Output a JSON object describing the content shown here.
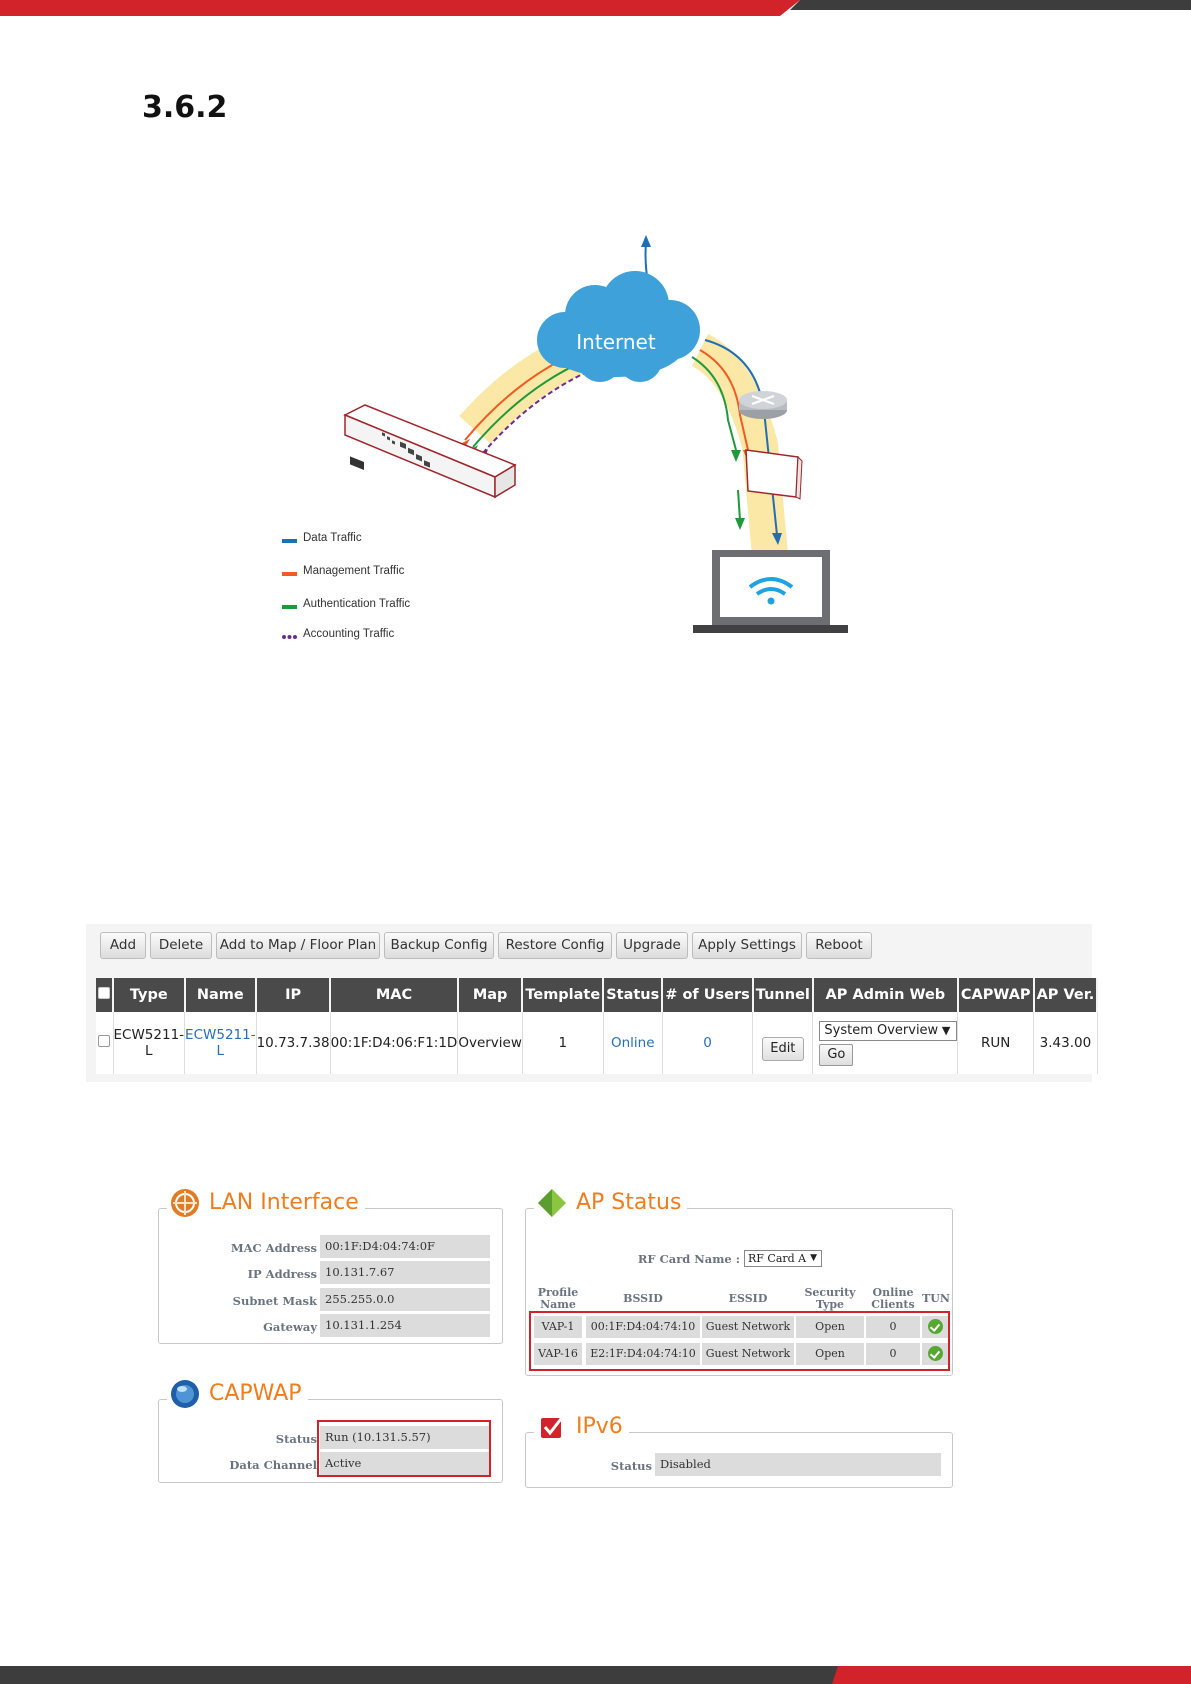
{
  "page": {
    "section_number": "3.6.2",
    "colors": {
      "brand_red": "#d2232a",
      "band_dark": "#3d3d3d"
    }
  },
  "diagram": {
    "cloud_label": "Internet",
    "legend": [
      {
        "label": "Data Traffic",
        "color": "#1f6fb4"
      },
      {
        "label": "Management Traffic",
        "color": "#f15a22"
      },
      {
        "label": "Authentication Traffic",
        "color": "#1f9a3a"
      },
      {
        "label": "Accounting Traffic",
        "color": "#6a2c91",
        "style": "dashed"
      }
    ]
  },
  "ap_list": {
    "toolbar": [
      "Add",
      "Delete",
      "Add to Map / Floor Plan",
      "Backup Config",
      "Restore Config",
      "Upgrade",
      "Apply Settings",
      "Reboot"
    ],
    "columns": [
      "Type",
      "Name",
      "IP",
      "MAC",
      "Map",
      "Template",
      "Status",
      "# of Users",
      "Tunnel",
      "AP Admin Web",
      "CAPWAP",
      "AP Ver."
    ],
    "row": {
      "type_line1": "ECW5211-",
      "type_line2": "L",
      "name": "ECW5211-L",
      "ip": "10.73.7.38",
      "mac": "00:1F:D4:06:F1:1D",
      "map": "Overview",
      "template": "1",
      "status": "Online",
      "users": "0",
      "tunnel_button": "Edit",
      "admin_web_selected": "System Overview",
      "go_button": "Go",
      "capwap": "RUN",
      "ap_ver": "3.43.00"
    }
  },
  "lan_interface": {
    "title": "LAN Interface",
    "fields": [
      {
        "label": "MAC Address",
        "value": "00:1F:D4:04:74:0F"
      },
      {
        "label": "IP Address",
        "value": "10.131.7.67"
      },
      {
        "label": "Subnet Mask",
        "value": "255.255.0.0"
      },
      {
        "label": "Gateway",
        "value": "10.131.1.254"
      }
    ]
  },
  "capwap": {
    "title": "CAPWAP",
    "fields": [
      {
        "label": "Status",
        "value": "Run (10.131.5.57)"
      },
      {
        "label": "Data Channel",
        "value": "Active"
      }
    ]
  },
  "ap_status": {
    "title": "AP Status",
    "rf_label": "RF Card Name :",
    "rf_selected": "RF Card A",
    "headers": {
      "profile_1": "Profile",
      "profile_2": "Name",
      "bssid": "BSSID",
      "essid": "ESSID",
      "security_1": "Security",
      "security_2": "Type",
      "clients_1": "Online",
      "clients_2": "Clients",
      "tun": "TUN"
    },
    "rows": [
      {
        "profile": "VAP-1",
        "bssid": "00:1F:D4:04:74:10",
        "essid": "Guest Network",
        "security": "Open",
        "clients": "0",
        "tun": "check-icon"
      },
      {
        "profile": "VAP-16",
        "bssid": "E2:1F:D4:04:74:10",
        "essid": "Guest Network",
        "security": "Open",
        "clients": "0",
        "tun": "check-icon"
      }
    ]
  },
  "ipv6": {
    "title": "IPv6",
    "status_label": "Status",
    "status_value": "Disabled"
  }
}
